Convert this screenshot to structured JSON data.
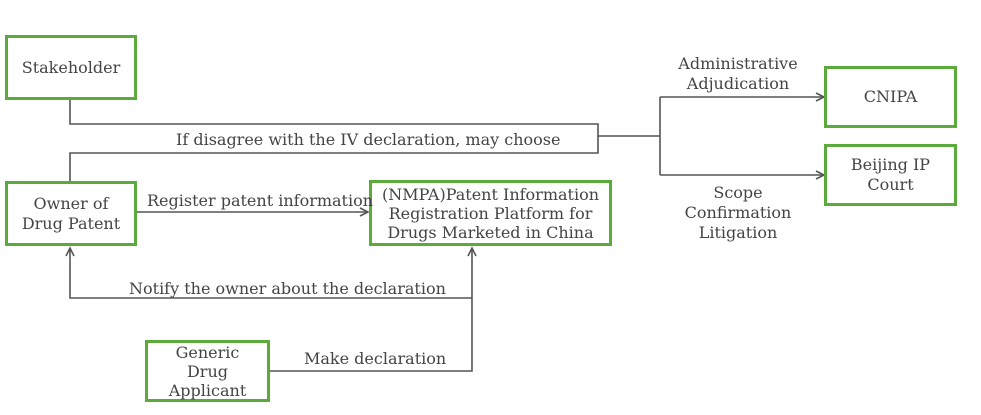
{
  "nodes": {
    "stakeholder": "Stakeholder",
    "owner": "Owner of\nDrug Patent",
    "nmpa": "(NMPA)Patent Information\nRegistration Platform for\nDrugs Marketed in China",
    "generic": "Generic\nDrug\nApplicant",
    "cnipa": "CNIPA",
    "beijing": "Beijing IP\nCourt"
  },
  "labels": {
    "admin": "Administrative\nAdjudication",
    "disagree": "If disagree with the IV declaration, may choose",
    "register": "Register patent information",
    "scope": "Scope\nConfirmation\nLitigation",
    "notify": "Notify the owner about the declaration",
    "declare": "Make declaration"
  },
  "colors": {
    "box_border": "#5aaa3c",
    "line": "#555555",
    "text": "#444444"
  }
}
